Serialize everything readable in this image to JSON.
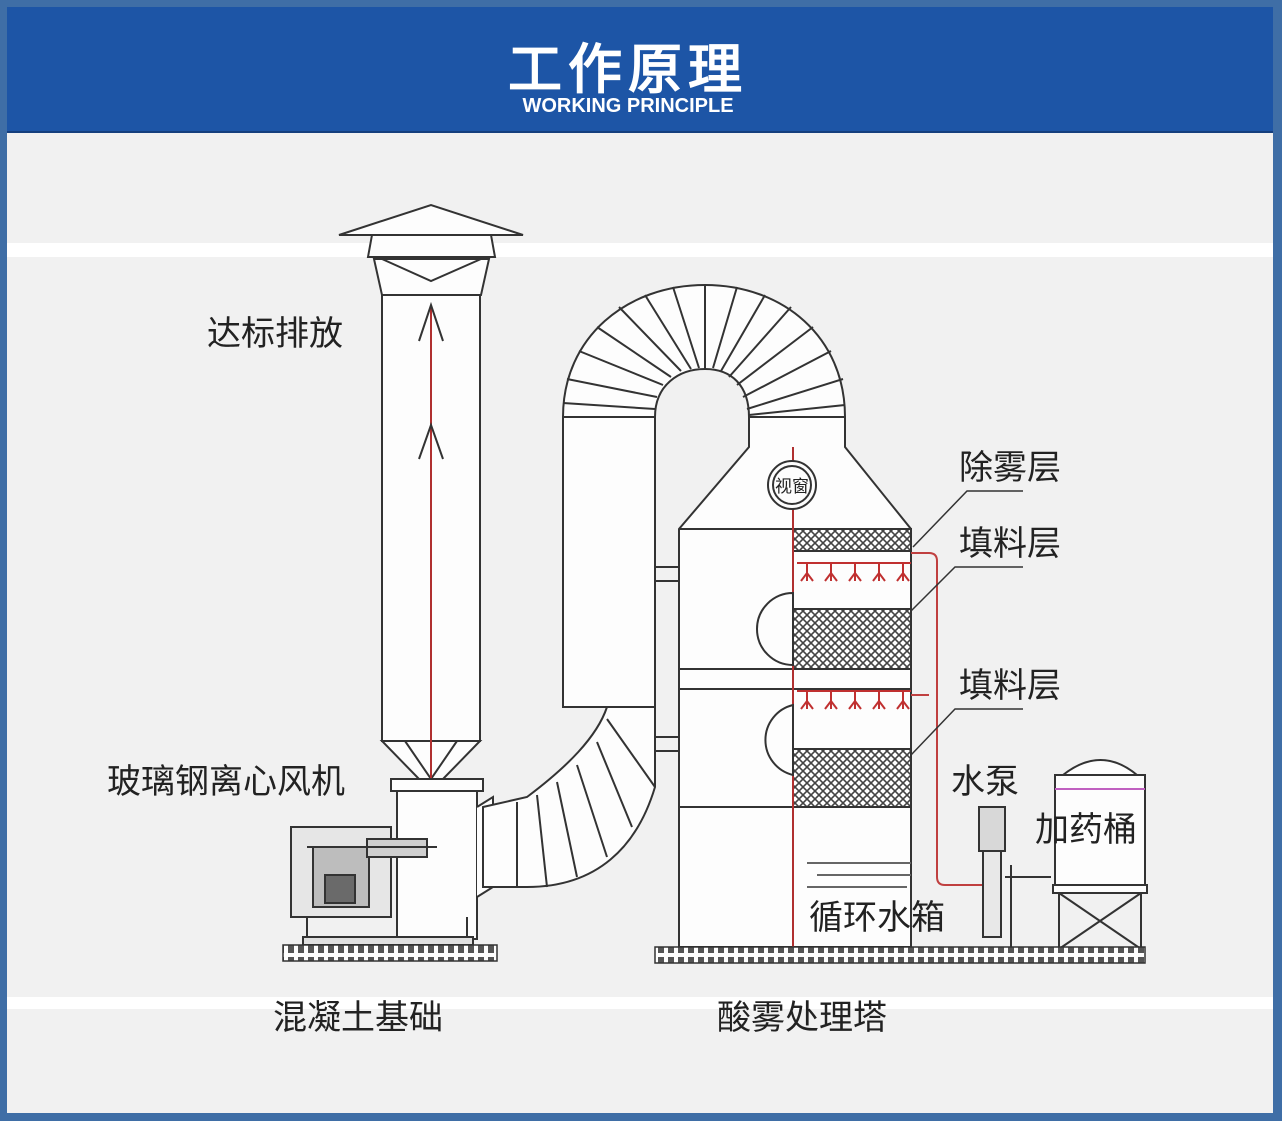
{
  "header": {
    "title": "工作原理",
    "subtitle": "WORKING PRINCIPLE"
  },
  "diagram": {
    "labels": {
      "discharge": "达标排放",
      "demist_layer": "除雾层",
      "packing_layer_1": "填料层",
      "packing_layer_2": "填料层",
      "fan": "玻璃钢离心风机",
      "pump": "水泵",
      "dosing_tank": "加药桶",
      "circulating_tank": "循环水箱",
      "foundation": "混凝土基础",
      "tower": "酸雾处理塔",
      "window": "视窗"
    },
    "colors": {
      "header_bg": "#1d55a6",
      "frame": "#3f6ea6",
      "flow_line": "#b03030",
      "pipe": "#c04040",
      "tank_band": "#c060c0"
    }
  }
}
